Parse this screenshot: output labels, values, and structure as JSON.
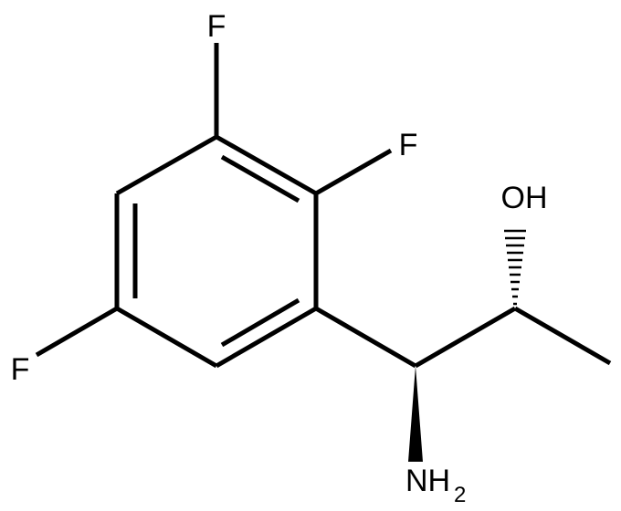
{
  "molecule": {
    "atoms": {
      "f_top": "F",
      "f_right": "F",
      "f_left": "F",
      "hydroxyl": "OH",
      "amine": "NH",
      "amine_subscript": "2"
    },
    "colors": {
      "bond": "#000000",
      "label": "#000000",
      "background": "#ffffff"
    }
  }
}
